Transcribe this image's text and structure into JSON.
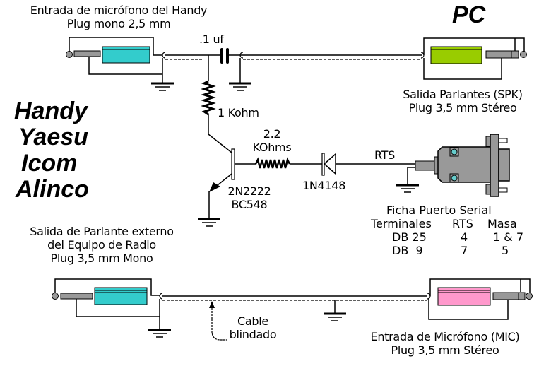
{
  "title": "Interfaz Handy - PC (Packet / APRS) con control PTT por RTS",
  "labels": {
    "handy_mic": [
      "Entrada de micrófono del Handy",
      "Plug mono 2,5 mm"
    ],
    "pc": "PC",
    "pc_spk": [
      "Salida Parlantes (SPK)",
      "Plug 3,5 mm Stéreo"
    ],
    "brands": [
      "Handy",
      "Yaesu",
      "Icom",
      "Alinco"
    ],
    "radio_spk": [
      "Salida de Parlante externo",
      "del Equipo de Radio",
      "Plug 3,5 mm Mono"
    ],
    "pc_mic": [
      "Entrada de Micrófono (MIC)",
      "Plug 3,5 mm Stéreo"
    ],
    "cable": [
      "Cable",
      "blindado"
    ]
  },
  "components": {
    "capacitor": ".1 uf",
    "resistor_1": "1 Kohm",
    "resistor_2": [
      "2.2",
      "KOhms"
    ],
    "diode": "1N4148",
    "transistor": [
      "2N2222",
      "BC548"
    ],
    "rts": "RTS"
  },
  "serial_table": {
    "title": "Ficha Puerto Serial",
    "headers": [
      "Terminales",
      "RTS",
      "Masa"
    ],
    "rows": [
      [
        "DB 25",
        "4",
        "1 & 7"
      ],
      [
        "DB  9",
        "7",
        "5"
      ]
    ]
  },
  "colors": {
    "plug_cyan": "#33cccc",
    "plug_green": "#99cc00",
    "plug_pink": "#ff99cc",
    "plug_metal": "#999999",
    "db9_body": "#999999",
    "screw_cyan": "#66cccc"
  }
}
